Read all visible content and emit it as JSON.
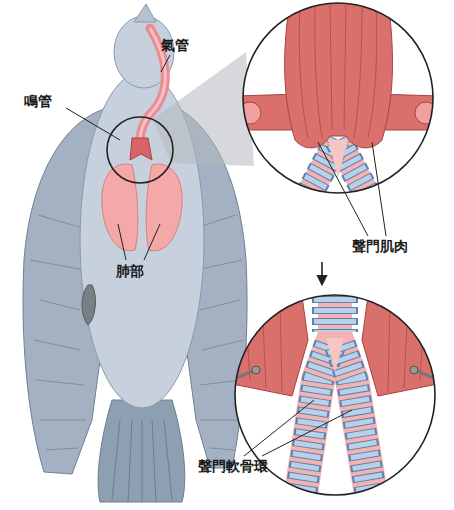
{
  "diagram": {
    "labels": [
      "氣管",
      "鳴管",
      "聲門肌肉",
      "肺部",
      "聲門軟骨環"
    ]
  }
}
